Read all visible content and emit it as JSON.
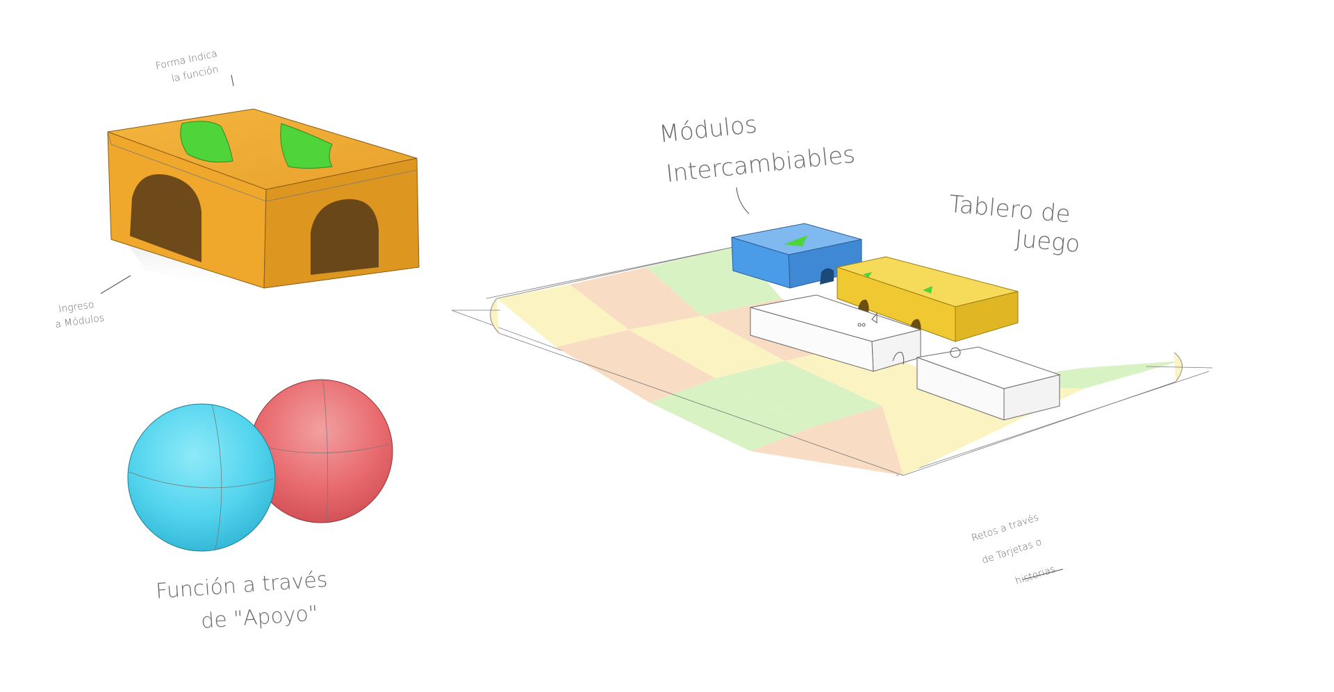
{
  "annotations": {
    "forma_line1": "Forma Indica",
    "forma_line2": "la función",
    "ingreso_line1": "Ingreso",
    "ingreso_line2": "a Módulos",
    "funcion_line1": "Función a través",
    "funcion_line2": "de \"Apoyo\"",
    "modulos_line1": "Módulos",
    "modulos_line2": "Intercambiables",
    "tablero_line1": "Tablero de",
    "tablero_line2": "Juego",
    "retos_line1": "Retos a través",
    "retos_line2": "de Tarjetas o",
    "retos_line3": "historias"
  },
  "colors": {
    "orange_module": "#e8a22e",
    "orange_shade": "#c9861b",
    "green_cutout": "#4fd43a",
    "blue_module": "#4a9be8",
    "yellow_module": "#f0c832",
    "sphere_cyan": "#52d4ee",
    "sphere_red": "#e86a6e",
    "board_yellow": "#fbf4c2",
    "board_peach": "#f9dcc4",
    "board_green": "#d9f2c4"
  },
  "icons": {
    "orange_module": "arched-orange-module",
    "spheres": "support-spheres",
    "board": "game-board"
  }
}
